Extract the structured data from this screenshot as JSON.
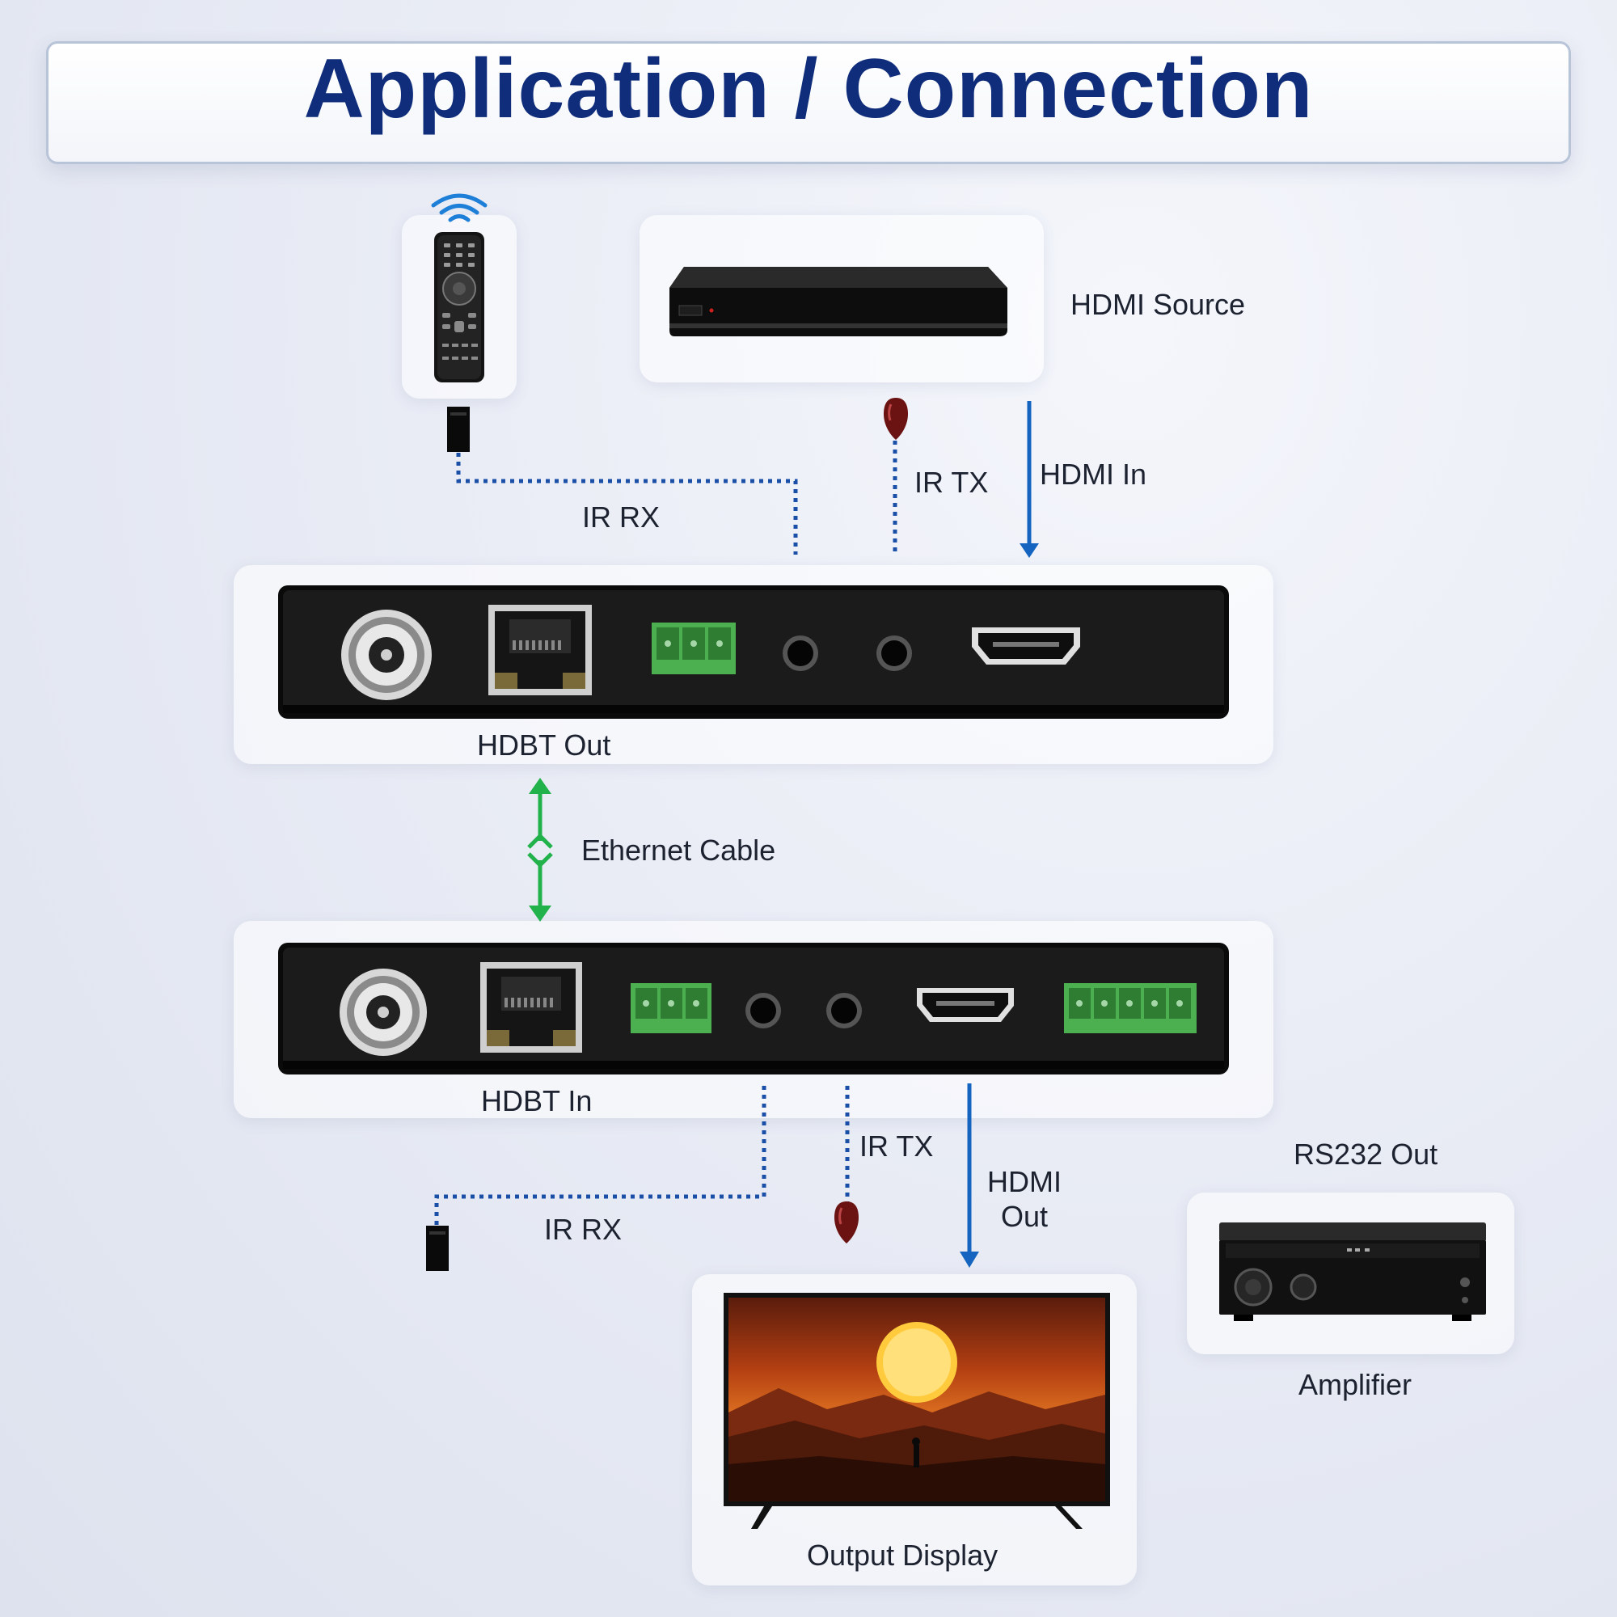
{
  "title": "Application / Connection",
  "labels": {
    "hdmi_source": "HDMI Source",
    "ir_tx_top": "IR TX",
    "hdmi_in": "HDMI In",
    "ir_rx_top": "IR RX",
    "hdbt_out": "HDBT Out",
    "ethernet_cable": "Ethernet Cable",
    "hdbt_in": "HDBT In",
    "ir_tx_bottom": "IR TX",
    "hdmi_out_line1": "HDMI",
    "hdmi_out_line2": "Out",
    "ir_rx_bottom": "IR RX",
    "rs232_out": "RS232 Out",
    "amplifier": "Amplifier",
    "output_display": "Output Display"
  },
  "colors": {
    "title": "#0f2d7a",
    "hdmi_line": "#1565c0",
    "ir_dotted": "#1a4fa8",
    "ethernet": "#22b24c",
    "terminal_green": "#4caf50",
    "ir_emitter": "#6b1212",
    "device_body": "#141414"
  },
  "icons": [
    "remote-control-icon",
    "wifi-signal-icon",
    "media-player-icon",
    "ir-receiver-icon",
    "ir-emitter-icon",
    "tv-display-icon",
    "av-amplifier-icon"
  ]
}
